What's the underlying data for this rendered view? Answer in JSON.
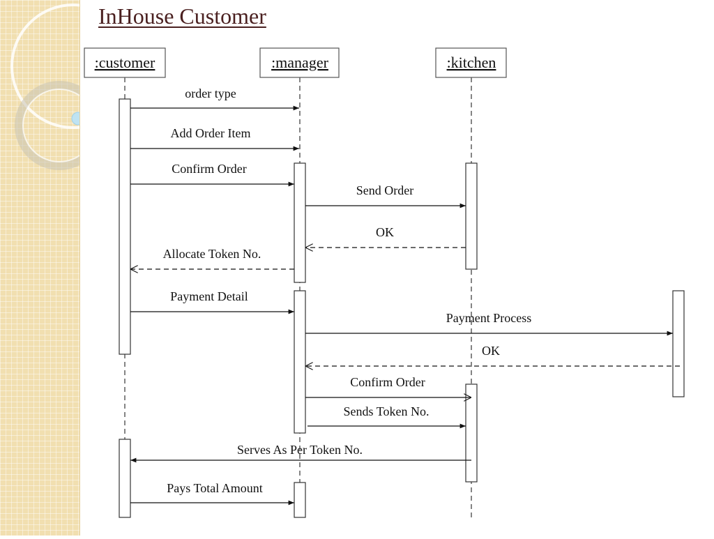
{
  "slide": {
    "title": "InHouse Customer"
  },
  "lifelines": [
    {
      "id": "customer",
      "label": ":customer"
    },
    {
      "id": "manager",
      "label": ":manager"
    },
    {
      "id": "kitchen",
      "label": ":kitchen"
    }
  ],
  "messages": [
    {
      "label": "order type",
      "from": "customer",
      "to": "manager",
      "kind": "sync"
    },
    {
      "label": "Add Order Item",
      "from": "customer",
      "to": "manager",
      "kind": "sync"
    },
    {
      "label": "Confirm Order",
      "from": "customer",
      "to": "manager",
      "kind": "sync"
    },
    {
      "label": "Send Order",
      "from": "manager",
      "to": "kitchen",
      "kind": "sync"
    },
    {
      "label": "OK",
      "from": "kitchen",
      "to": "manager",
      "kind": "return"
    },
    {
      "label": "Allocate Token No.",
      "from": "manager",
      "to": "customer",
      "kind": "return"
    },
    {
      "label": "Payment Detail",
      "from": "customer",
      "to": "manager",
      "kind": "sync"
    },
    {
      "label": "Payment Process",
      "from": "manager",
      "to": "payment",
      "kind": "sync"
    },
    {
      "label": "OK",
      "from": "payment",
      "to": "manager",
      "kind": "return"
    },
    {
      "label": "Confirm Order",
      "from": "manager",
      "to": "kitchen",
      "kind": "async"
    },
    {
      "label": "Sends Token No.",
      "from": "manager",
      "to": "kitchen",
      "kind": "sync"
    },
    {
      "label": "Serves As Per Token No.",
      "from": "kitchen",
      "to": "customer",
      "kind": "sync"
    },
    {
      "label": "Pays Total Amount",
      "from": "customer",
      "to": "manager",
      "kind": "sync"
    }
  ]
}
